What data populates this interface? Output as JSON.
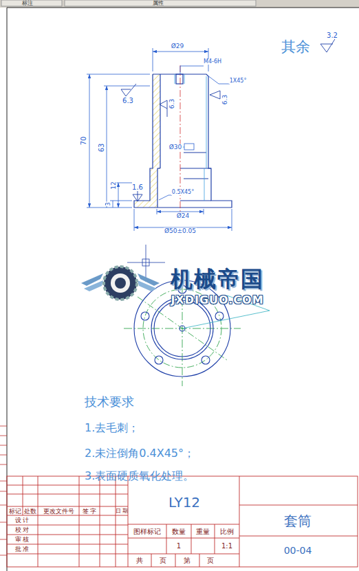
{
  "diagram": {
    "labels": [
      "标注",
      "属性",
      "其余",
      "3.2",
      "Ø29",
      "M4-6H",
      "1X45°",
      "6.3",
      "6.3",
      "6.3",
      "70",
      "63",
      "12",
      "3",
      "Ø30",
      "1.6",
      "0.5X45°",
      "Ø24",
      "Ø50±0.05",
      "机械帝国",
      "JXDIGUO.COM",
      "技术要求",
      "1.去毛刺；",
      "2.未注倒角0.4X45°；",
      "3.表面硬质氧化处理。",
      "LY12",
      "套筒",
      "00-04",
      "标记",
      "处数",
      "更改文件号",
      "签 字",
      "日 期",
      "设 计",
      "校 对",
      "审 核",
      "批 准",
      "图样标记",
      "数量",
      "重量",
      "比例",
      "1",
      "1:1",
      "共",
      "页",
      "第",
      "页"
    ]
  }
}
